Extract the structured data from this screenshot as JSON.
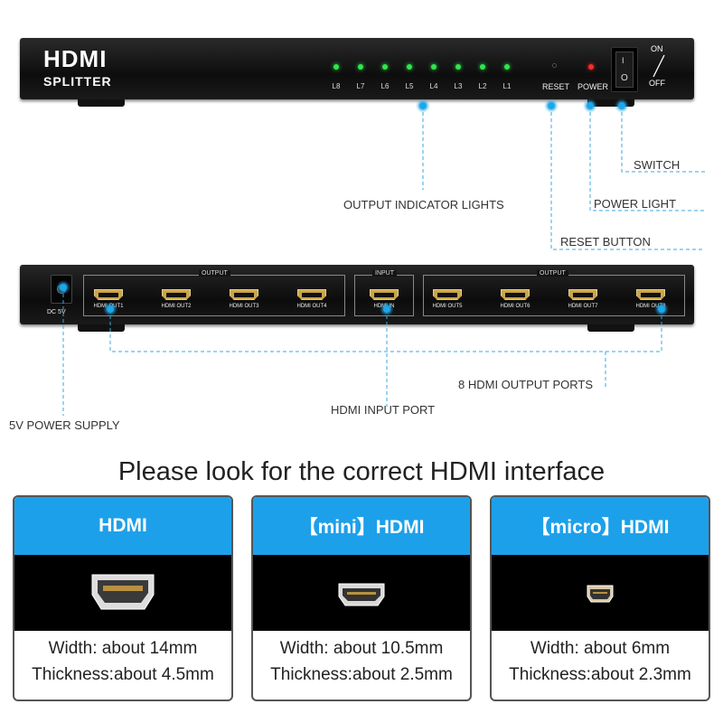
{
  "front_panel": {
    "brand_main": "HDMI",
    "brand_sub": "SPLITTER",
    "leds": [
      "L8",
      "L7",
      "L6",
      "L5",
      "L4",
      "L3",
      "L2",
      "L1"
    ],
    "reset_label": "RESET",
    "power_label": "POWER",
    "switch_on_symbol": "I",
    "switch_off_symbol": "O",
    "on_label": "ON",
    "off_label": "OFF"
  },
  "rear_panel": {
    "dc_label": "DC 5V",
    "output_group_label": "OUTPUT",
    "input_group_label": "INPUT",
    "ports_left": [
      "HDMI OUT1",
      "HDMI OUT2",
      "HDMI OUT3",
      "HDMI OUT4"
    ],
    "input_port": "HDMI IN",
    "ports_right": [
      "HDMI OUT5",
      "HDMI OUT6",
      "HDMI OUT7",
      "HDMI OUT8"
    ]
  },
  "callouts": {
    "switch": "SWITCH",
    "power_light": "POWER LIGHT",
    "output_lights": "OUTPUT INDICATOR LIGHTS",
    "reset_button": "RESET BUTTON",
    "output_ports": "8 HDMI OUTPUT PORTS",
    "input_port": "HDMI INPUT PORT",
    "power_supply": "5V POWER SUPPLY"
  },
  "heading": "Please look for the correct HDMI interface",
  "cards": [
    {
      "title": "HDMI",
      "width": "Width: about 14mm",
      "thickness": "Thickness:about 4.5mm"
    },
    {
      "title": "【mini】HDMI",
      "width": "Width: about 10.5mm",
      "thickness": "Thickness:about 2.5mm"
    },
    {
      "title": "【micro】HDMI",
      "width": "Width: about 6mm",
      "thickness": "Thickness:about 2.3mm"
    }
  ],
  "colors": {
    "accent_blue": "#1da0ea",
    "led_green": "#2ee84a",
    "power_red": "#ff2b2b",
    "port_gold": "#caa64a"
  }
}
